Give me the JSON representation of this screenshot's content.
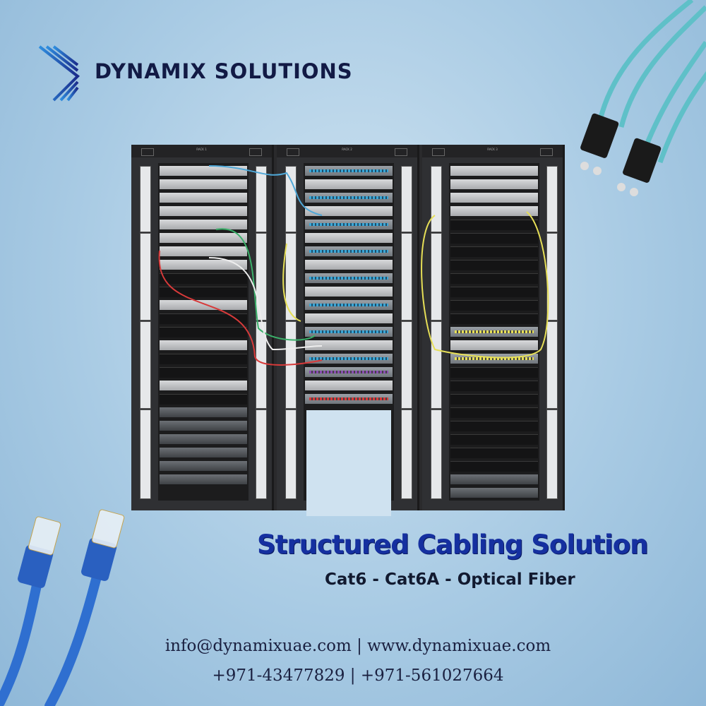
{
  "brand": {
    "name": "DYNAMIX SOLUTIONS",
    "logo": "dynamix-d-logo"
  },
  "racks": [
    {
      "label": "RACK 1",
      "units": [
        "switch",
        "switch",
        "switch",
        "switch",
        "switch",
        "switch",
        "switch",
        "switch",
        "blank",
        "blank",
        "switch",
        "blank",
        "blank",
        "switch",
        "blank",
        "blank",
        "switch",
        "blank",
        "server",
        "server",
        "server",
        "server",
        "server",
        "server"
      ]
    },
    {
      "label": "RACK 2",
      "units": [
        "patch",
        "switch",
        "patch",
        "switch",
        "patch",
        "switch",
        "patch",
        "switch",
        "patch",
        "switch",
        "patch",
        "switch",
        "patch",
        "switch",
        "patch",
        "purple",
        "switch",
        "red"
      ]
    },
    {
      "label": "RACK 3",
      "units": [
        "switch",
        "switch",
        "switch",
        "switch",
        "blank",
        "blank",
        "blank",
        "blank",
        "blank",
        "blank",
        "blank",
        "blank",
        "yellow",
        "switch",
        "yellow",
        "blank",
        "blank",
        "blank",
        "blank",
        "blank",
        "blank",
        "blank",
        "blank",
        "server",
        "server"
      ]
    }
  ],
  "headline": "Structured Cabling Solution",
  "subheadline": "Cat6 - Cat6A - Optical Fiber",
  "contact": {
    "line1": "info@dynamixuae.com | www.dynamixuae.com",
    "line2": "+971-43477829 | +971-561027664"
  },
  "colors": {
    "accent": "#1530a0",
    "text": "#121a45",
    "fiber": "#4fb8c2",
    "ethernet": "#2f6fd0"
  }
}
